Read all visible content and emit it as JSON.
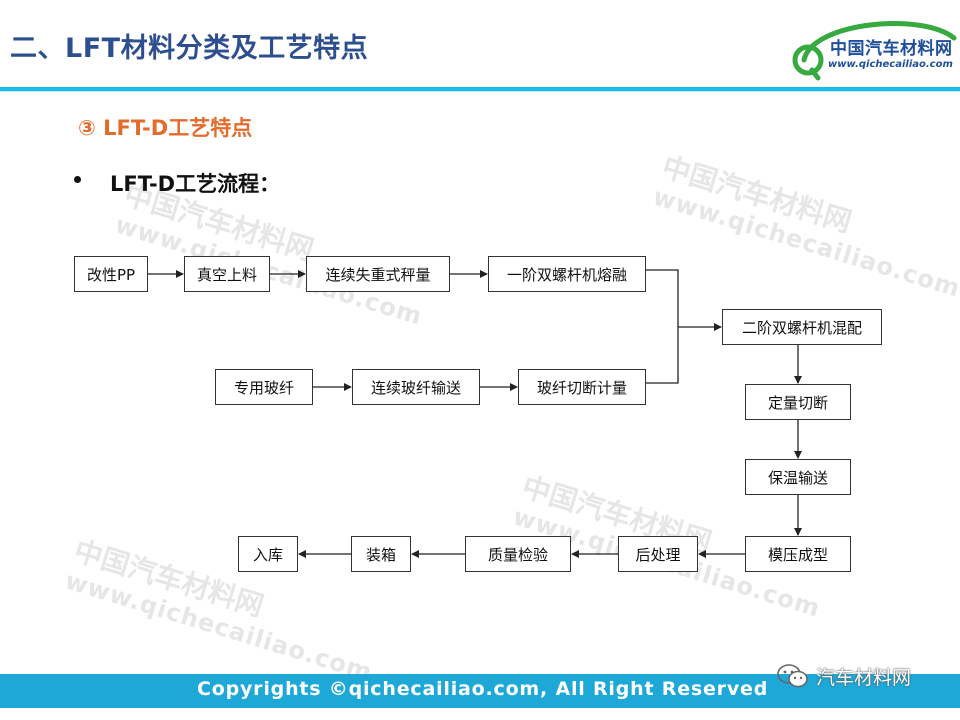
{
  "title": "二、LFT材料分类及工艺特点",
  "logo": {
    "name": "中国汽车材料网",
    "url": "www.qichecailiao.com"
  },
  "subtitle": "③ LFT-D工艺特点",
  "bullet": "LFT-D工艺流程：",
  "watermark": {
    "cn": "中国汽车材料网",
    "url": "www.qichecailiao.com"
  },
  "flow": {
    "boxes": [
      "改性PP",
      "真空上料",
      "连续失重式秤量",
      "一阶双螺杆机熔融",
      "专用玻纤",
      "连续玻纤输送",
      "玻纤切断计量",
      "二阶双螺杆机混配",
      "定量切断",
      "保温输送",
      "模压成型",
      "后处理",
      "质量检验",
      "装箱",
      "入库"
    ]
  },
  "footer": "Copyrights ©qichecailiao.com,  All Right Reserved",
  "wechat": {
    "label": "汽车材料网",
    "icon": "wechat-icon"
  },
  "colors": {
    "title": "#2e4f8f",
    "accent": "#e36c2b",
    "band": "#1da8d8",
    "logo_green": "#36a93f"
  }
}
